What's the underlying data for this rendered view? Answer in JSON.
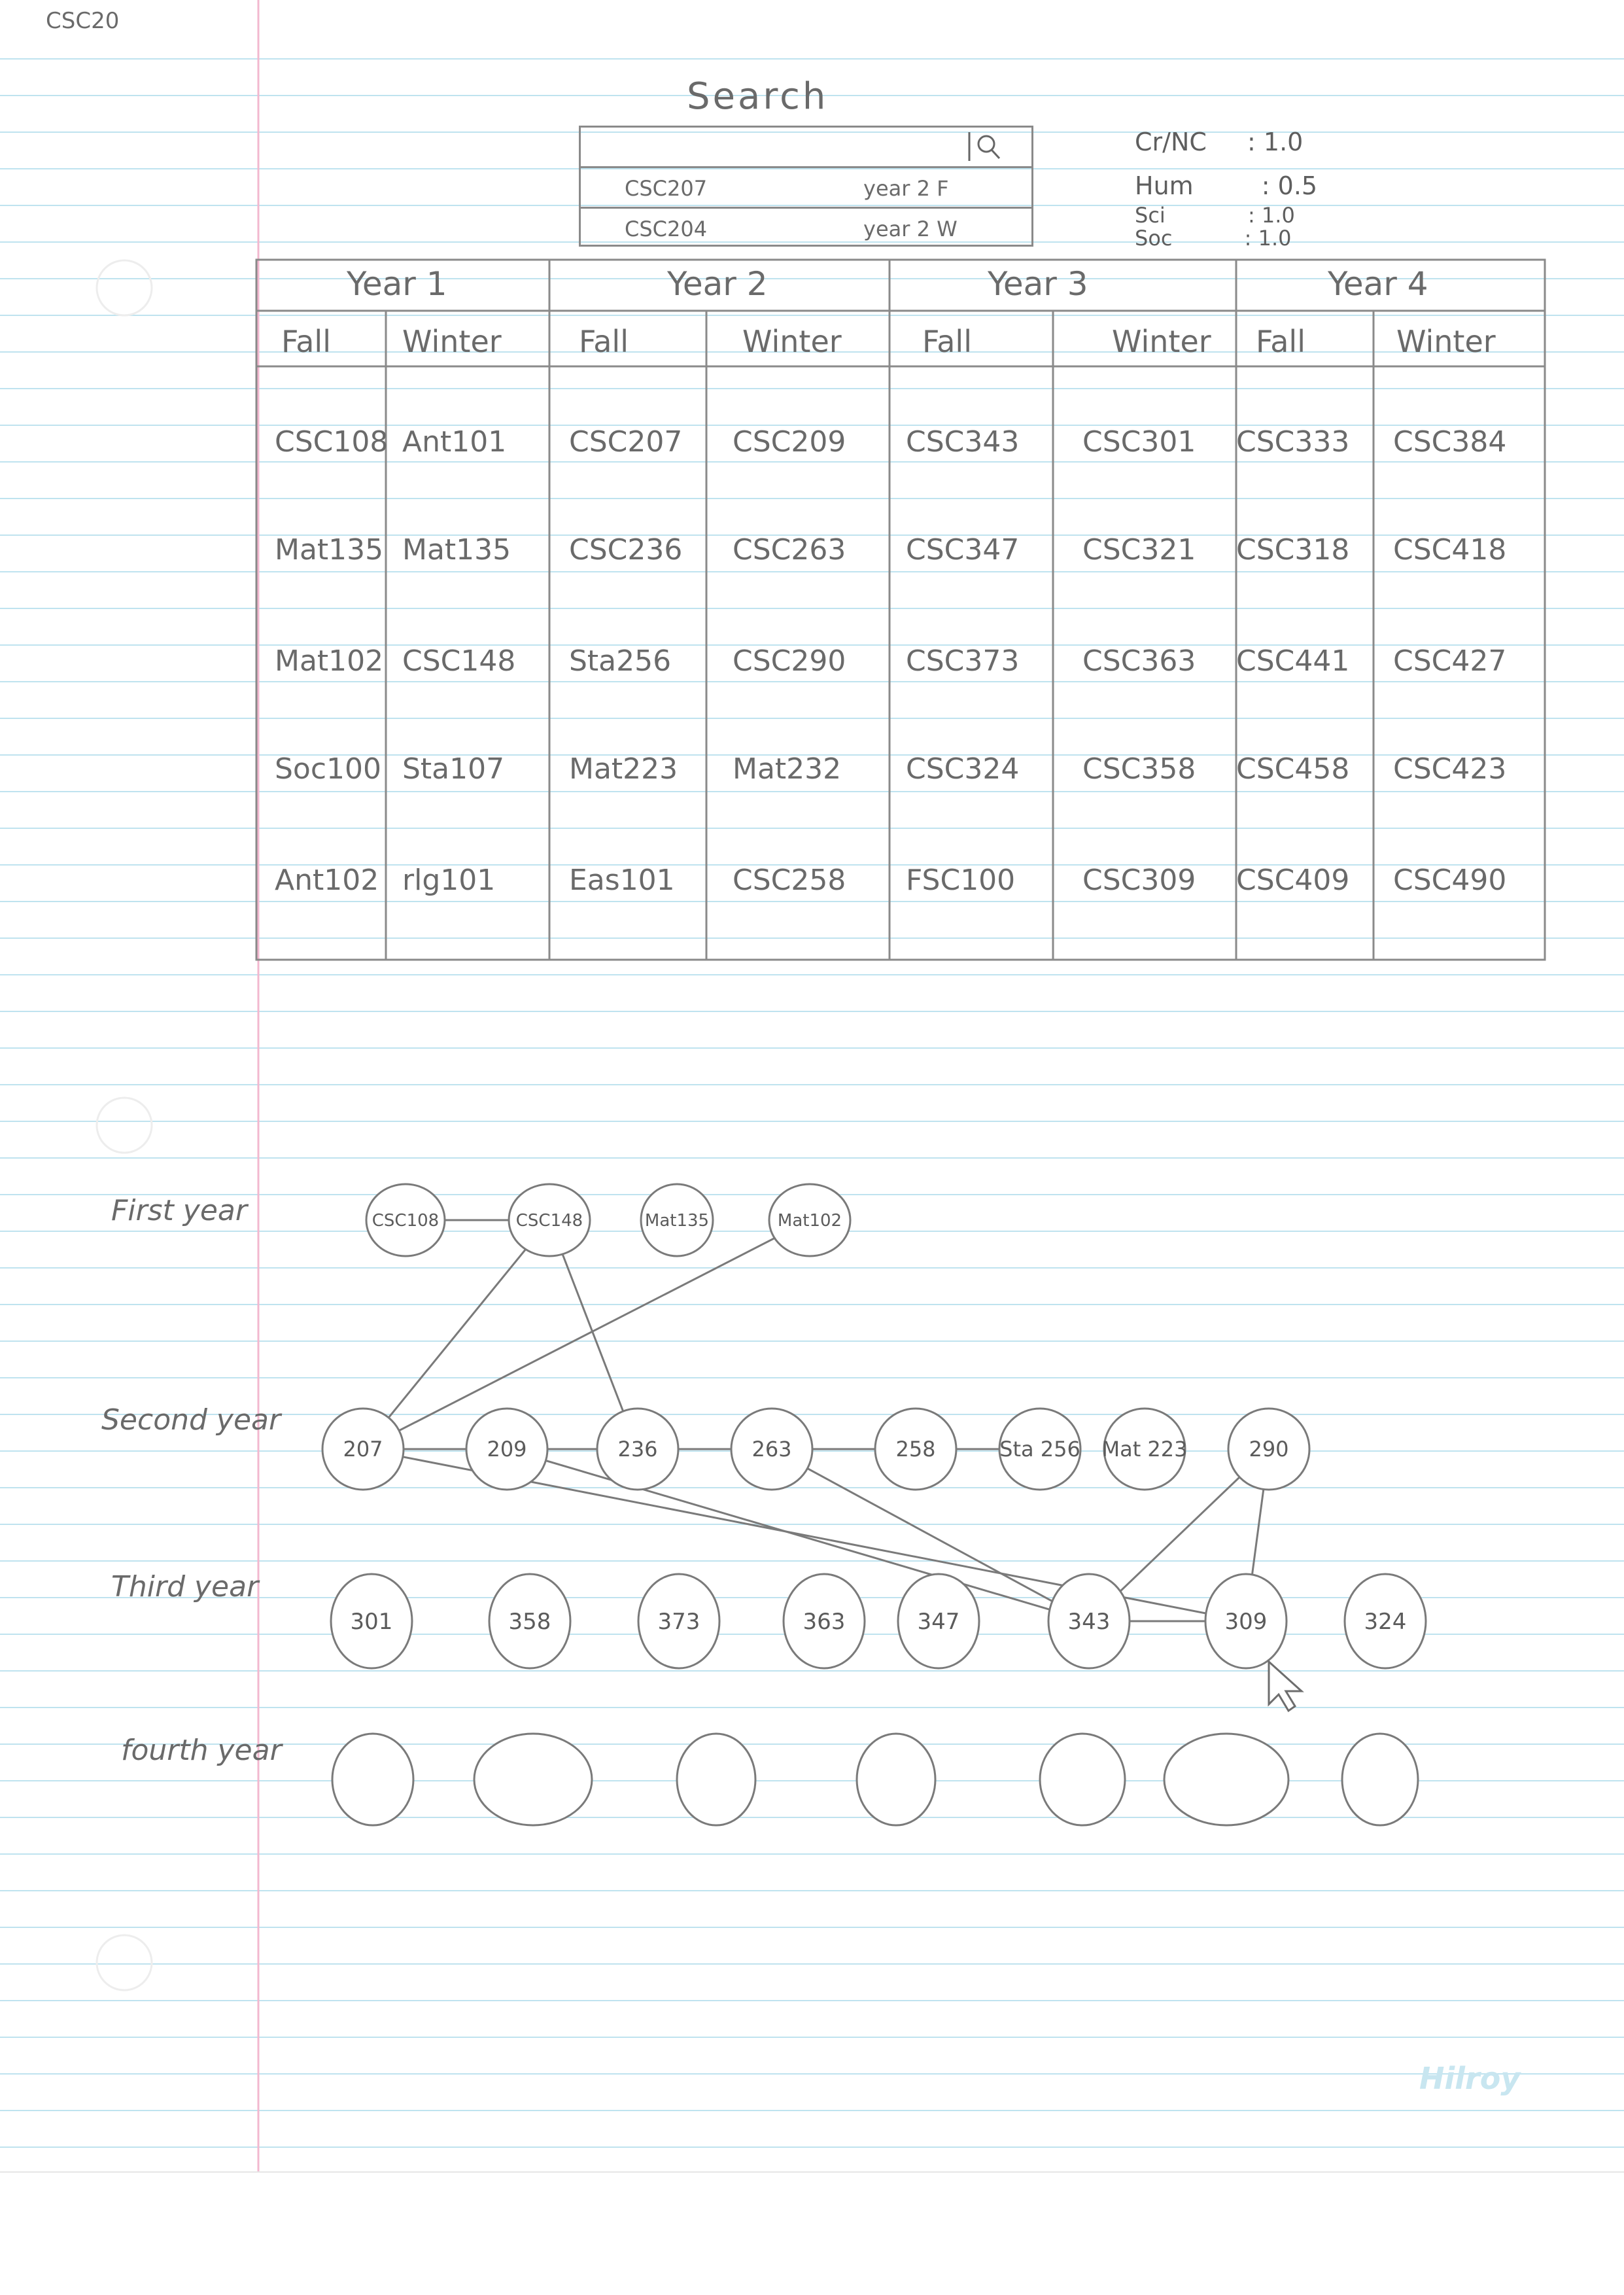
{
  "search": {
    "title": "Search",
    "query": "CSC20",
    "suggestions": [
      {
        "code": "CSC207",
        "term": "year 2 F"
      },
      {
        "code": "CSC204",
        "term": "year 2 W"
      }
    ]
  },
  "credits": [
    {
      "label": "Cr/NC",
      "value": ": 1.0"
    },
    {
      "label": "Hum",
      "value": ": 0.5"
    },
    {
      "label": "Sci",
      "value": ": 1.0"
    },
    {
      "label": "Soc",
      "value": ": 1.0"
    }
  ],
  "schedule": {
    "years": [
      "Year 1",
      "Year 2",
      "Year 3",
      "Year 4"
    ],
    "terms": [
      "Fall",
      "Winter",
      "Fall",
      "Winter",
      "Fall",
      "Winter",
      "Fall",
      "Winter"
    ],
    "rows": [
      [
        "CSC108",
        "Ant101",
        "CSC207",
        "CSC209",
        "CSC343",
        "CSC301",
        "CSC333",
        "CSC384"
      ],
      [
        "Mat135",
        "Mat135",
        "CSC236",
        "CSC263",
        "CSC347",
        "CSC321",
        "CSC318",
        "CSC418"
      ],
      [
        "Mat102",
        "CSC148",
        "Sta256",
        "CSC290",
        "CSC373",
        "CSC363",
        "CSC441",
        "CSC427"
      ],
      [
        "Soc100",
        "Sta107",
        "Mat223",
        "Mat232",
        "CSC324",
        "CSC358",
        "CSC458",
        "CSC423"
      ],
      [
        "Ant102",
        "rlg101",
        "Eas101",
        "CSC258",
        "FSC100",
        "CSC309",
        "CSC409",
        "CSC490"
      ]
    ]
  },
  "graph": {
    "row_labels": [
      "First year",
      "Second year",
      "Third year",
      "fourth year"
    ],
    "first_year": [
      "CSC108",
      "CSC148",
      "Mat135",
      "Mat102"
    ],
    "second_year": [
      "207",
      "209",
      "236",
      "263",
      "258",
      "Sta 256",
      "Mat 223",
      "290"
    ],
    "third_year": [
      "301",
      "358",
      "373",
      "363",
      "347",
      "343",
      "309",
      "324"
    ],
    "fourth_year_count": 7,
    "edges": [
      [
        "CSC108",
        "CSC148"
      ],
      [
        "CSC148",
        "207"
      ],
      [
        "CSC148",
        "236"
      ],
      [
        "Mat102",
        "207"
      ],
      [
        "207",
        "209"
      ],
      [
        "207",
        "263"
      ],
      [
        "207",
        "309"
      ],
      [
        "236",
        "263"
      ],
      [
        "263",
        "Sta 256"
      ],
      [
        "209",
        "343"
      ],
      [
        "263",
        "343"
      ],
      [
        "343",
        "309"
      ],
      [
        "290",
        "343"
      ],
      [
        "290",
        "309"
      ]
    ]
  },
  "brand": "Hilroy",
  "colors": {
    "pencil": "#6d6d6d",
    "ruled_line": "#bfe3ef",
    "margin_line": "#f2b8cf"
  },
  "icons": [
    "search-icon",
    "mouse-pointer-icon"
  ]
}
